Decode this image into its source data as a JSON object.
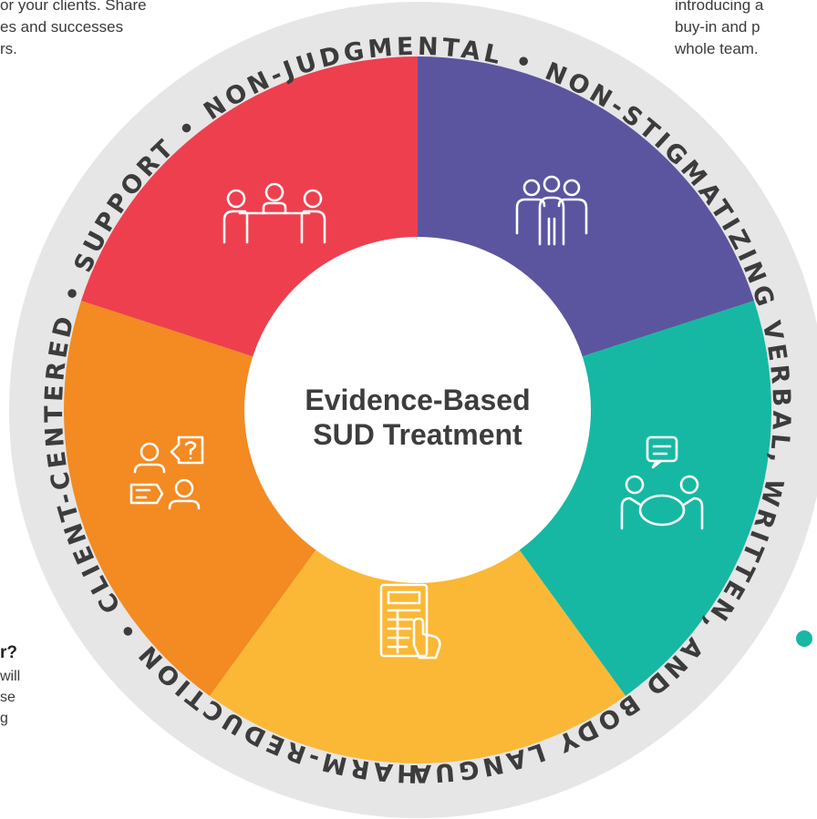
{
  "fragments": {
    "top_left": [
      "or your clients. Share",
      "es and successes",
      "rs."
    ],
    "top_right": [
      "introducing a",
      "buy-in and p",
      "whole team."
    ],
    "bottom_left_question": "r?",
    "bottom_left_lines": [
      "will",
      "se",
      "g"
    ]
  },
  "ring": {
    "text": "HARM-REDUCTION  •  CLIENT-CENTERED  •  SUPPORT  •  NON-JUDGMENTAL  •  NON-STIGMATIZING VERBAL, WRITTEN, AND BODY LANGUAGE  •"
  },
  "center": {
    "line1": "Evidence-Based",
    "line2": "SUD Treatment"
  },
  "segments": [
    {
      "icon": "group-people-icon",
      "color": "#5b55a0"
    },
    {
      "icon": "support-circle-icon",
      "color": "#16b8a3"
    },
    {
      "icon": "document-touch-icon",
      "color": "#fbb836"
    },
    {
      "icon": "question-conversation-icon",
      "color": "#f38a22"
    },
    {
      "icon": "meeting-table-icon",
      "color": "#ee3f4e"
    }
  ],
  "colors": {
    "ring": "#e6e6e6",
    "teal_dot": "#16b8a3"
  }
}
